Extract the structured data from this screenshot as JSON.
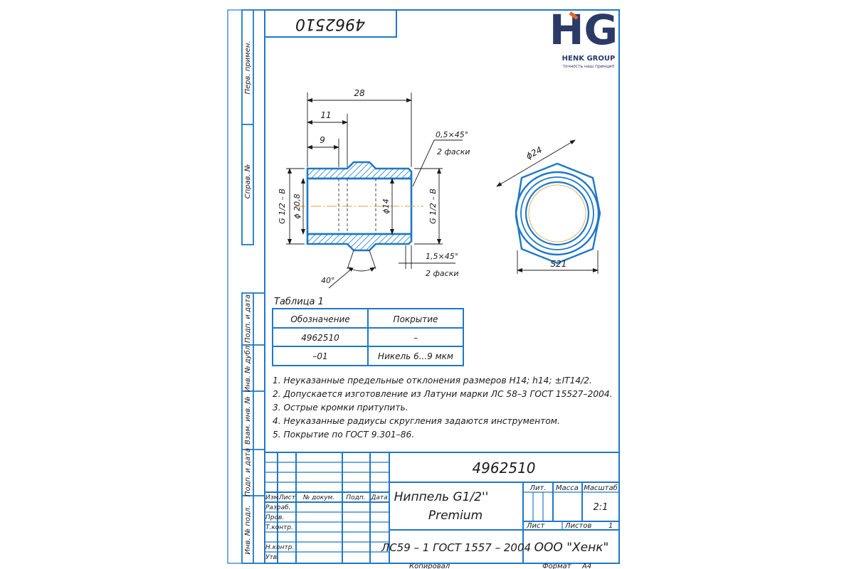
{
  "colors": {
    "frame": "#1f78c8",
    "ink": "#1b1b1b",
    "hatch": "#1f78c8",
    "centerline": "#e0a040",
    "logo_navy": "#2b3a67",
    "logo_orange": "#e0692b"
  },
  "doc_number_top": "4962510",
  "logo": {
    "mark": "HG",
    "company": "HENK GROUP",
    "tagline": "точность наш принцип"
  },
  "side_labels": [
    "Перв. примен.",
    "Справ. №",
    "Подп. и дата",
    "Инв. № дубл.",
    "Взам. инв. №",
    "Подп. и дата",
    "Инв. № подл."
  ],
  "dims": {
    "len_total": "28",
    "len_11": "11",
    "len_9": "9",
    "chamfer_top": "0,5×45°",
    "chamfer_top_note": "2 фаски",
    "chamfer_bottom": "1,5×45°",
    "chamfer_bottom_note": "2 фаски",
    "thread_left": "G 1/2 – B",
    "dia_left": "ϕ 20,8",
    "bore": "ϕ14",
    "thread_right": "G 1/2 – B",
    "angle": "40°",
    "hex_dia": "ϕ24",
    "hex_size": "S21"
  },
  "table": {
    "caption": "Таблица 1",
    "headers": [
      "Обозначение",
      "Покрытие"
    ],
    "rows": [
      [
        "4962510",
        "–"
      ],
      [
        "–01",
        "Никель 6...9 мкм"
      ]
    ]
  },
  "notes": [
    "1. Неуказанные предельные отклонения размеров H14; h14; ±IT14/2.",
    "2. Допускается изготовление из Латуни марки ЛС 58–3 ГОСТ 15527–2004.",
    "3. Острые кромки притупить.",
    "4. Неуказанные радиусы скругления задаются инструментом.",
    "5. Покрытие по ГОСТ 9.301–86."
  ],
  "title_block": {
    "doc_number": "4962510",
    "col_headers": [
      "Изм.",
      "Лист",
      "№ докум.",
      "Подп.",
      "Дата"
    ],
    "row_labels": [
      "Разраб.",
      "Пров.",
      "Т.контр.",
      "Н.контр.",
      "Утв."
    ],
    "name_line1": "Ниппель G1/2''",
    "name_line2": "Premium",
    "lit_label": "Лит.",
    "mass_label": "Масса",
    "scale_label": "Масштаб",
    "scale_value": "2:1",
    "sheet_label": "Лист",
    "sheets_label": "Листов",
    "sheets_value": "1",
    "material": "ЛС59 – 1 ГОСТ 1557 – 2004",
    "company": "ООО \"Хенк\"",
    "copied": "Копировал",
    "format_label": "Формат",
    "format_value": "А4"
  }
}
